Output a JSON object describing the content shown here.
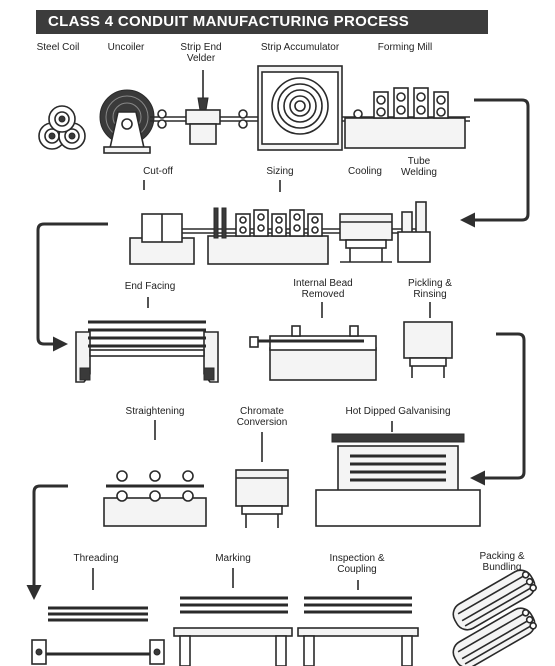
{
  "title": "CLASS 4 CONDUIT MANUFACTURING PROCESS",
  "steps": {
    "steel_coil": "Steel Coil",
    "uncoiler": "Uncoiler",
    "strip_end_welder": "Strip End\nVelder",
    "strip_accumulator": "Strip Accumulator",
    "forming_mill": "Forming Mill",
    "cut_off": "Cut-off",
    "sizing": "Sizing",
    "cooling": "Cooling",
    "tube_welding": "Tube\nWelding",
    "end_facing": "End Facing",
    "internal_bead_removed": "Internal Bead\nRemoved",
    "pickling_rinsing": "Pickling &\nRinsing",
    "straightening": "Straightening",
    "chromate_conversion": "Chromate\nConversion",
    "hot_dipped_galvanising": "Hot Dipped Galvanising",
    "threading": "Threading",
    "marking": "Marking",
    "inspection_coupling": "Inspection &\nCoupling",
    "packing_bundling": "Packing &\nBundling"
  }
}
